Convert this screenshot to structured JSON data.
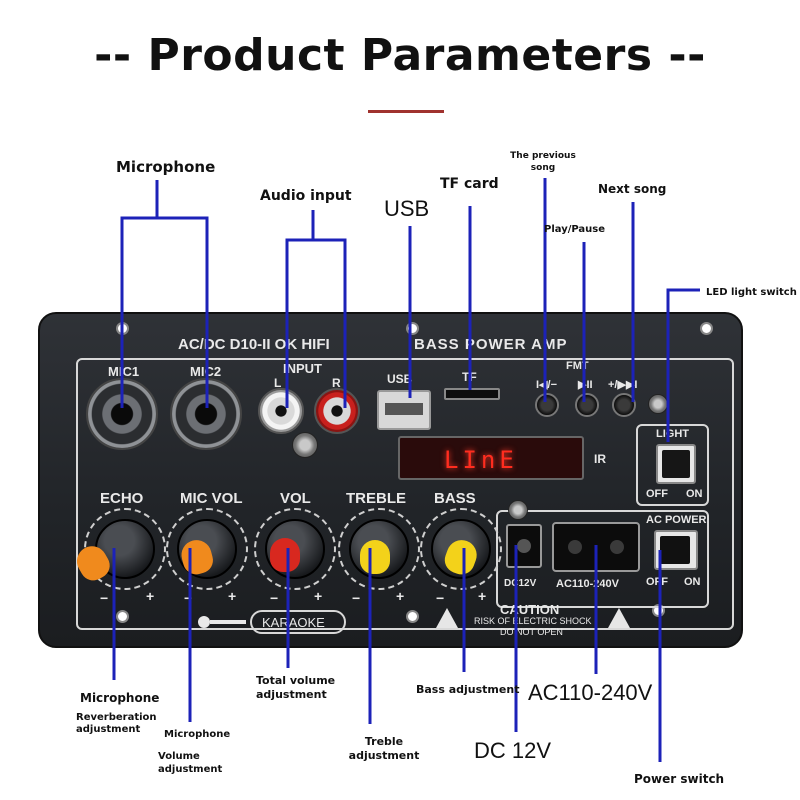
{
  "title": "-- Product Parameters --",
  "callouts": {
    "microphone": "Microphone",
    "audio_input": "Audio input",
    "usb": "USB",
    "tf_card": "TF card",
    "previous_song": "The previous song",
    "next_song": "Next song",
    "play_pause": "Play/Pause",
    "led_light_switch": "LED light switch",
    "mic_reverb_title": "Microphone",
    "mic_reverb_sub": "Reverberation adjustment",
    "mic_volume_title": "Microphone",
    "mic_volume_sub": "Volume adjustment",
    "total_volume": "Total volume adjustment",
    "treble_adjustment": "Treble adjustment",
    "bass_adjustment": "Bass adjustment",
    "ac_voltage": "AC110-240V",
    "dc_voltage": "DC 12V",
    "power_switch": "Power switch"
  },
  "panel": {
    "model": "AC/DC  D10-II OK HIFI",
    "bass_power_amp": "BASS POWER AMP",
    "mic1": "MIC1",
    "mic2": "MIC2",
    "input": "INPUT",
    "input_l": "L",
    "input_r": "R",
    "usb": "USB",
    "tf": "TF",
    "fmt": "FMT",
    "btn_prev": "I◀/−",
    "btn_play": "▶II",
    "btn_next": "+/▶▶I",
    "display": "LInE",
    "ir": "IR",
    "light": "LIGHT",
    "off": "OFF",
    "on": "ON",
    "ac_power": "AC POWER",
    "knobs": [
      "ECHO",
      "MIC VOL",
      "VOL",
      "TREBLE",
      "BASS"
    ],
    "minus": "−",
    "plus": "+",
    "dc12v": "DC12V",
    "ac_label": "AC110-240V",
    "karaoke": "KARAOKE",
    "caution": "CAUTION",
    "caution_line1": "RISK OF ELECTRIC SHOCK",
    "caution_line2": "DO NOT OPEN"
  },
  "colors": {
    "leader_line": "#1c22b8",
    "title_rule": "#a0322e",
    "knob_orange": "#f08a1d",
    "knob_red": "#d8281f",
    "knob_yellow": "#f3d21a",
    "display_red": "#ff2d1f"
  }
}
